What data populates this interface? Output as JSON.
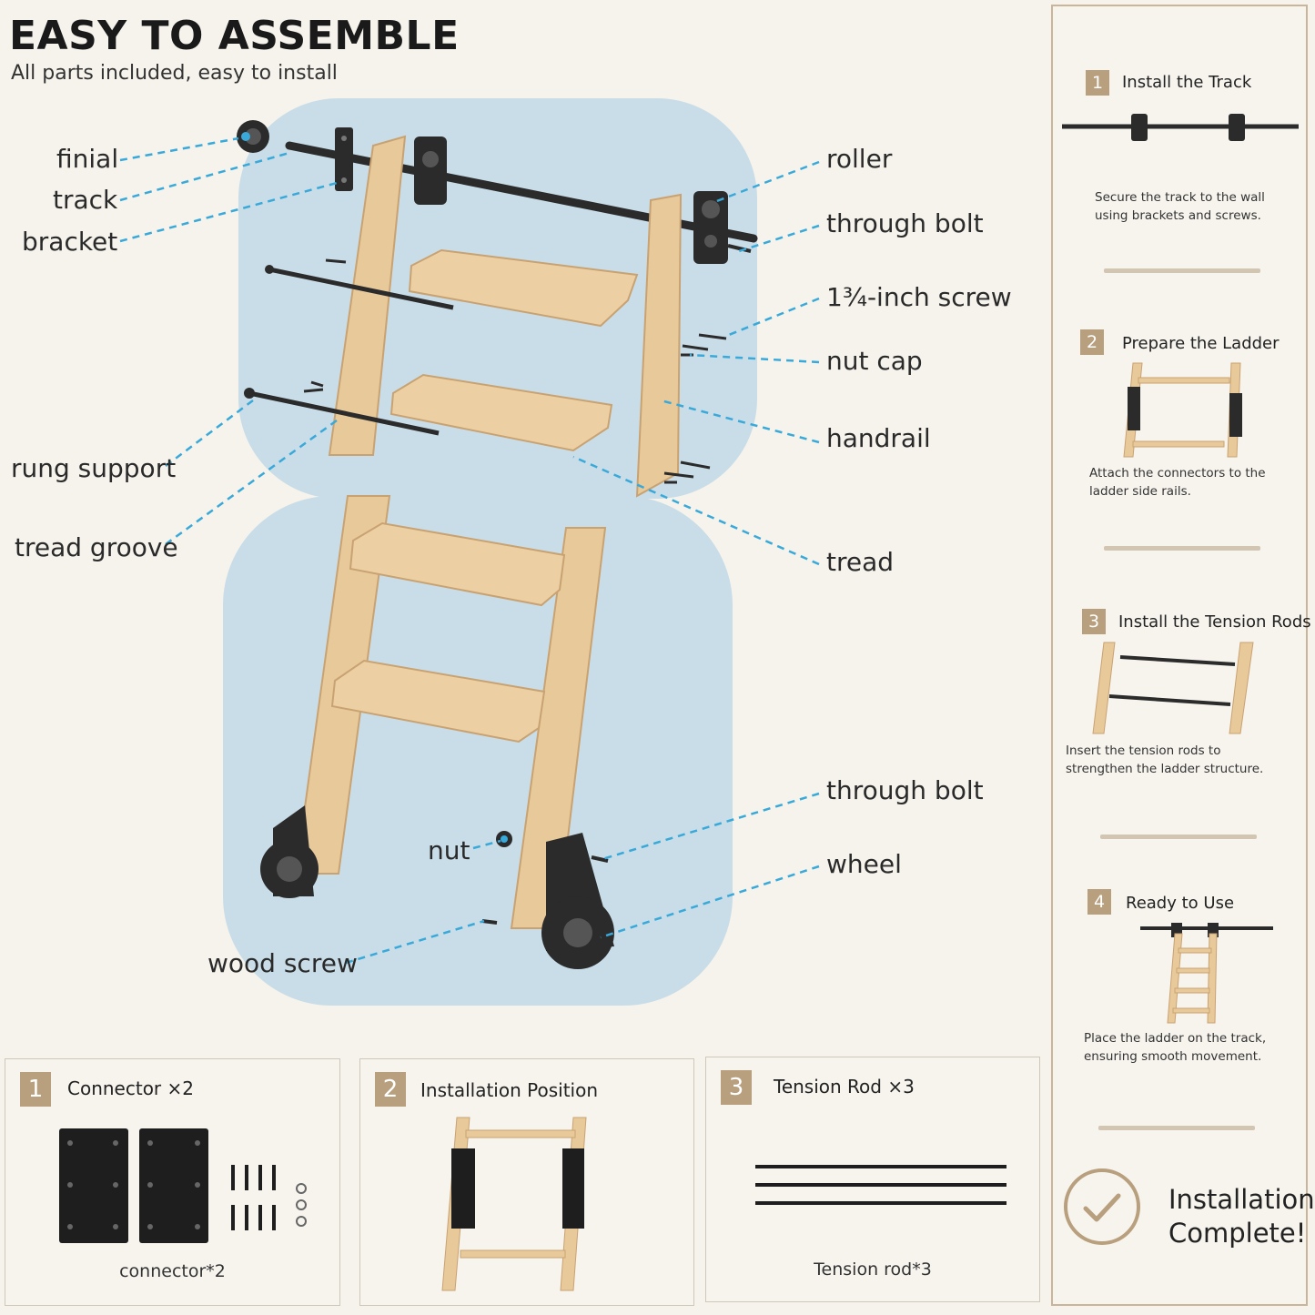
{
  "header": {
    "title": "EASY TO ASSEMBLE",
    "subtitle": "All parts included, easy to install"
  },
  "labels": {
    "finial": "finial",
    "track": "track",
    "bracket": "bracket",
    "rung_support": "rung support",
    "tread_groove": "tread groove",
    "roller": "roller",
    "through_bolt_top": "through bolt",
    "screw": "1¾-inch screw",
    "nut_cap": "nut cap",
    "handrail": "handrail",
    "tread": "tread",
    "through_bolt_bottom": "through bolt",
    "nut": "nut",
    "wheel": "wheel",
    "wood_screw": "wood screw"
  },
  "steps": [
    {
      "num": "1",
      "title": "Install the Track",
      "desc": "Secure the track to the wall using brackets and screws."
    },
    {
      "num": "2",
      "title": "Prepare the Ladder",
      "desc": "Attach the connectors to the ladder side rails."
    },
    {
      "num": "3",
      "title": "Install the Tension Rods",
      "desc": "Insert the tension rods to strengthen the ladder structure."
    },
    {
      "num": "4",
      "title": "Ready to Use",
      "desc": "Place the ladder on the track, ensuring smooth movement."
    }
  ],
  "complete": {
    "line1": "Installation",
    "line2": "Complete!"
  },
  "panels": [
    {
      "num": "1",
      "title": "Connector ×2",
      "caption": "connector*2"
    },
    {
      "num": "2",
      "title": "Installation Position",
      "caption": ""
    },
    {
      "num": "3",
      "title": "Tension Rod ×3",
      "caption": "Tension rod*3"
    }
  ],
  "colors": {
    "wood": "#e8c99a",
    "wood_edge": "#c9a272",
    "metal": "#2b2b2b",
    "blue_bg": "#c9dde8",
    "leader": "#39a9d9",
    "accent": "#b89f7e"
  }
}
